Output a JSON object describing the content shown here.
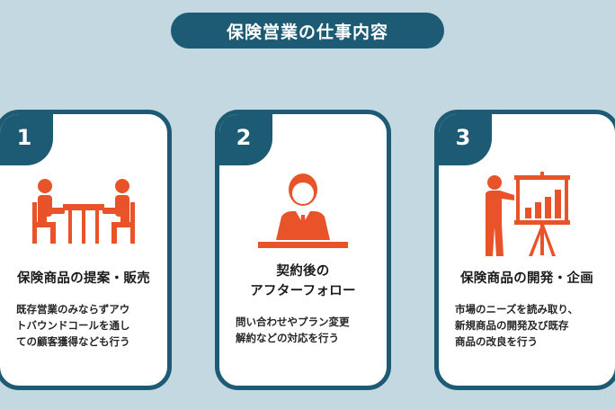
{
  "header": {
    "title": "保険営業の仕事内容"
  },
  "accent_color": "#e8532a",
  "frame_color": "#1d5a73",
  "cards": [
    {
      "number": "1",
      "icon": "meeting-table-icon",
      "title": "保険商品の提案・販売",
      "description": "既存営業のみならずアウ\nトバウンドコールを通し\nての顧客獲得なども行う"
    },
    {
      "number": "2",
      "icon": "businessman-desk-icon",
      "title": "契約後の\nアフターフォロー",
      "description": "問い合わせやプラン変更\n解約などの対応を行う"
    },
    {
      "number": "3",
      "icon": "presentation-chart-icon",
      "title": "保険商品の開発・企画",
      "description": "市場のニーズを読み取り、\n新規商品の開発及び既存\n商品の改良を行う"
    }
  ]
}
